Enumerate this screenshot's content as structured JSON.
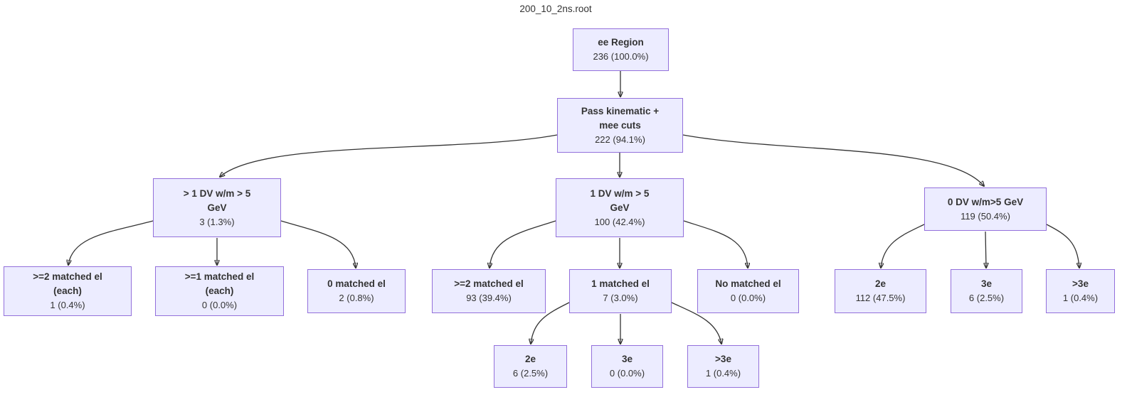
{
  "title": "200_10_2ns.root",
  "colors": {
    "node_fill": "#ECECFF",
    "node_border": "#9370DB",
    "edge": "#333333",
    "text": "#333333"
  },
  "nodes": {
    "root": {
      "label": "ee Region",
      "count": "236 (100.0%)"
    },
    "pass_cuts": {
      "label": "Pass kinematic + mee cuts",
      "count": "222 (94.1%)"
    },
    "dv_gt1": {
      "label": "> 1 DV w/m > 5 GeV",
      "count": "3 (1.3%)"
    },
    "dv_1": {
      "label": "1 DV w/m > 5 GeV",
      "count": "100 (42.4%)"
    },
    "dv_0": {
      "label": "0 DV w/m>5 GeV",
      "count": "119 (50.4%)"
    },
    "ge2_matched_each": {
      "label": ">=2 matched el (each)",
      "count": "1 (0.4%)"
    },
    "ge1_matched_each": {
      "label": ">=1 matched el (each)",
      "count": "0 (0.0%)"
    },
    "matched_0": {
      "label": "0 matched el",
      "count": "2 (0.8%)"
    },
    "ge2_matched": {
      "label": ">=2 matched el",
      "count": "93 (39.4%)"
    },
    "matched_1": {
      "label": "1 matched el",
      "count": "7 (3.0%)"
    },
    "no_matched": {
      "label": "No matched el",
      "count": "0 (0.0%)"
    },
    "dv0_2e": {
      "label": "2e",
      "count": "112 (47.5%)"
    },
    "dv0_3e": {
      "label": "3e",
      "count": "6 (2.5%)"
    },
    "dv0_gt3e": {
      "label": ">3e",
      "count": "1 (0.4%)"
    },
    "m1_2e": {
      "label": "2e",
      "count": "6 (2.5%)"
    },
    "m1_3e": {
      "label": "3e",
      "count": "0 (0.0%)"
    },
    "m1_gt3e": {
      "label": ">3e",
      "count": "1 (0.4%)"
    }
  }
}
